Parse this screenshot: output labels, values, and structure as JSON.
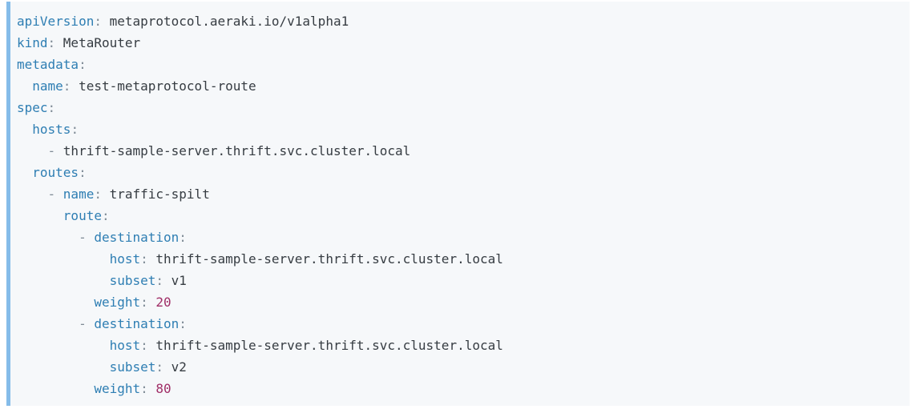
{
  "colors": {
    "page_background": "#ffffff",
    "code_background": "#f6f8fa",
    "left_border_accent": "#85bce9",
    "yaml_key": "#2e7eb3",
    "punctuation": "#7f8b96",
    "plain_value": "#363c42",
    "number_value": "#a02e67"
  },
  "code_block": {
    "language": "yaml",
    "lines": [
      [
        {
          "type": "key",
          "text": "apiVersion"
        },
        {
          "type": "punc",
          "text": ": "
        },
        {
          "type": "val",
          "text": "metaprotocol.aeraki.io/v1alpha1"
        }
      ],
      [
        {
          "type": "key",
          "text": "kind"
        },
        {
          "type": "punc",
          "text": ": "
        },
        {
          "type": "val",
          "text": "MetaRouter"
        }
      ],
      [
        {
          "type": "key",
          "text": "metadata"
        },
        {
          "type": "punc",
          "text": ":"
        }
      ],
      [
        {
          "type": "ws",
          "text": "  "
        },
        {
          "type": "key",
          "text": "name"
        },
        {
          "type": "punc",
          "text": ": "
        },
        {
          "type": "val",
          "text": "test-metaprotocol-route"
        }
      ],
      [
        {
          "type": "key",
          "text": "spec"
        },
        {
          "type": "punc",
          "text": ":"
        }
      ],
      [
        {
          "type": "ws",
          "text": "  "
        },
        {
          "type": "key",
          "text": "hosts"
        },
        {
          "type": "punc",
          "text": ":"
        }
      ],
      [
        {
          "type": "ws",
          "text": "    "
        },
        {
          "type": "punc",
          "text": "- "
        },
        {
          "type": "val",
          "text": "thrift-sample-server.thrift.svc.cluster.local"
        }
      ],
      [
        {
          "type": "ws",
          "text": "  "
        },
        {
          "type": "key",
          "text": "routes"
        },
        {
          "type": "punc",
          "text": ":"
        }
      ],
      [
        {
          "type": "ws",
          "text": "    "
        },
        {
          "type": "punc",
          "text": "- "
        },
        {
          "type": "key",
          "text": "name"
        },
        {
          "type": "punc",
          "text": ": "
        },
        {
          "type": "val",
          "text": "traffic-spilt"
        }
      ],
      [
        {
          "type": "ws",
          "text": "      "
        },
        {
          "type": "key",
          "text": "route"
        },
        {
          "type": "punc",
          "text": ":"
        }
      ],
      [
        {
          "type": "ws",
          "text": "        "
        },
        {
          "type": "punc",
          "text": "- "
        },
        {
          "type": "key",
          "text": "destination"
        },
        {
          "type": "punc",
          "text": ":"
        }
      ],
      [
        {
          "type": "ws",
          "text": "            "
        },
        {
          "type": "key",
          "text": "host"
        },
        {
          "type": "punc",
          "text": ": "
        },
        {
          "type": "val",
          "text": "thrift-sample-server.thrift.svc.cluster.local"
        }
      ],
      [
        {
          "type": "ws",
          "text": "            "
        },
        {
          "type": "key",
          "text": "subset"
        },
        {
          "type": "punc",
          "text": ": "
        },
        {
          "type": "val",
          "text": "v1"
        }
      ],
      [
        {
          "type": "ws",
          "text": "          "
        },
        {
          "type": "key",
          "text": "weight"
        },
        {
          "type": "punc",
          "text": ": "
        },
        {
          "type": "num",
          "text": "20"
        }
      ],
      [
        {
          "type": "ws",
          "text": "        "
        },
        {
          "type": "punc",
          "text": "- "
        },
        {
          "type": "key",
          "text": "destination"
        },
        {
          "type": "punc",
          "text": ":"
        }
      ],
      [
        {
          "type": "ws",
          "text": "            "
        },
        {
          "type": "key",
          "text": "host"
        },
        {
          "type": "punc",
          "text": ": "
        },
        {
          "type": "val",
          "text": "thrift-sample-server.thrift.svc.cluster.local"
        }
      ],
      [
        {
          "type": "ws",
          "text": "            "
        },
        {
          "type": "key",
          "text": "subset"
        },
        {
          "type": "punc",
          "text": ": "
        },
        {
          "type": "val",
          "text": "v2"
        }
      ],
      [
        {
          "type": "ws",
          "text": "          "
        },
        {
          "type": "key",
          "text": "weight"
        },
        {
          "type": "punc",
          "text": ": "
        },
        {
          "type": "num",
          "text": "80"
        }
      ]
    ]
  }
}
